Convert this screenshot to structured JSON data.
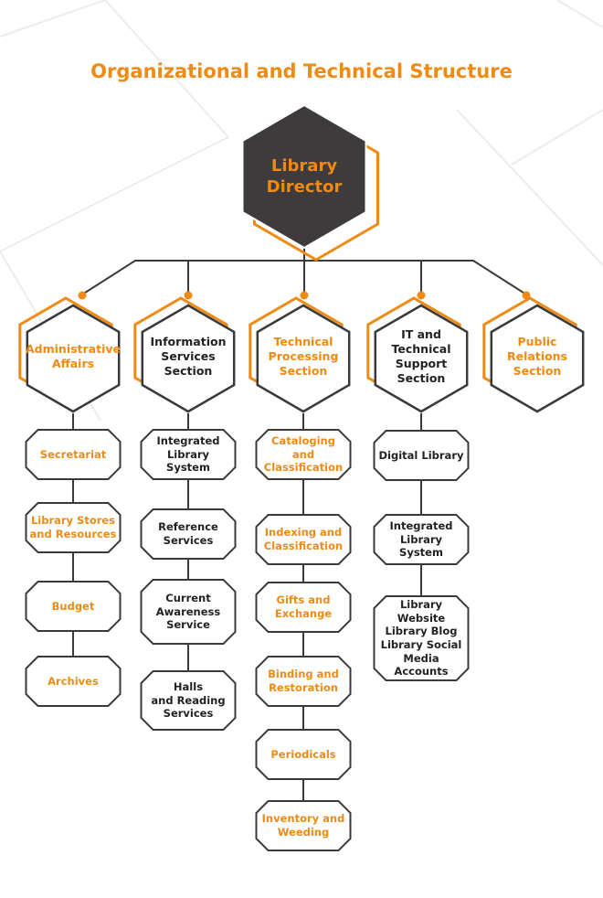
{
  "title": "Organizational and Technical Structure",
  "director": "Library\nDirector",
  "sections": [
    "Administrative\nAffairs",
    "Information\nServices\nSection",
    "Technical\nProcessing\nSection",
    "IT and\nTechnical\nSupport\nSection",
    "Public\nRelations\nSection"
  ],
  "units": {
    "administrative": [
      "Secretariat",
      "Library Stores\nand Resources",
      "Budget",
      "Archives"
    ],
    "information": [
      "Integrated\nLibrary System",
      "Reference\nServices",
      "Current\nAwareness\nService",
      "Halls\nand Reading\nServices"
    ],
    "technical": [
      "Cataloging and\nClassification",
      "Indexing and\nClassification",
      "Gifts and\nExchange",
      "Binding and\nRestoration",
      "Periodicals",
      "Inventory and\nWeeding"
    ],
    "it": [
      "Digital Library",
      "Integrated\nLibrary System",
      "Library Website\nLibrary Blog\nLibrary Social\nMedia Accounts"
    ]
  },
  "colors": {
    "accent": "#ef8a14",
    "dark": "#3d3b3c",
    "line": "#3a3a3a"
  }
}
